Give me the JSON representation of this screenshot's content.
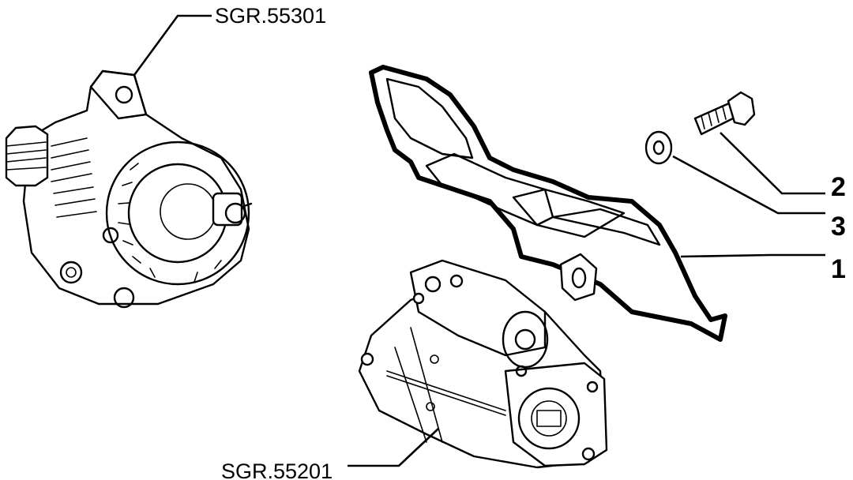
{
  "references": {
    "alternator": "SGR.55301",
    "starter": "SGR.55201"
  },
  "callouts": {
    "bolt": "2",
    "washer": "3",
    "cover": "1"
  }
}
